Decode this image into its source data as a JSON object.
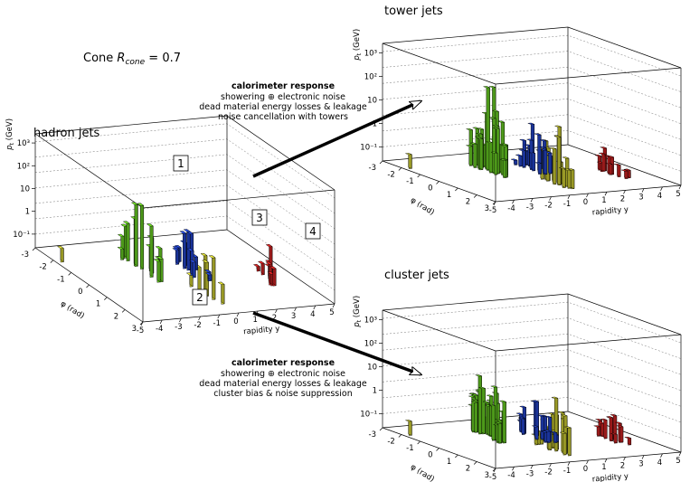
{
  "cone_label": {
    "prefix": "Cone ",
    "symbol": "R",
    "subscript": "cone",
    "suffix": " = 0.7"
  },
  "panels": [
    {
      "id": "hadron",
      "title": "hadron jets"
    },
    {
      "id": "tower",
      "title": "tower jets"
    },
    {
      "id": "cluster",
      "title": "cluster jets"
    }
  ],
  "axes": {
    "z_label": "p",
    "z_sub": "t",
    "z_unit": "(GeV)",
    "z_ticks": [
      "10⁻¹",
      "1",
      "10",
      "10²",
      "10³"
    ],
    "phi_label": "φ (rad)",
    "phi_ticks": [
      "-3",
      "-2",
      "-1",
      "0",
      "1",
      "2",
      "3"
    ],
    "y_label": "rapidity y",
    "y_ticks": [
      "-5",
      "-4",
      "-3",
      "-2",
      "-1",
      "0",
      "1",
      "2",
      "3",
      "4",
      "5"
    ]
  },
  "jet_labels": [
    "1",
    "2",
    "3",
    "4"
  ],
  "notes": [
    {
      "id": "tower-note",
      "title": "calorimeter response",
      "lines": [
        "showering ⊕ electronic noise",
        "dead material energy losses & leakage",
        "noise cancellation with towers"
      ]
    },
    {
      "id": "cluster-note",
      "title": "calorimeter response",
      "lines": [
        "showering ⊕ electronic noise",
        "dead material energy losses & leakage",
        "cluster bias & noise suppression"
      ]
    }
  ],
  "colors": {
    "jet1": "#66cc22",
    "jet2": "#cccc33",
    "jet3": "#2244cc",
    "jet4": "#cc2222",
    "frame": "#000000"
  }
}
